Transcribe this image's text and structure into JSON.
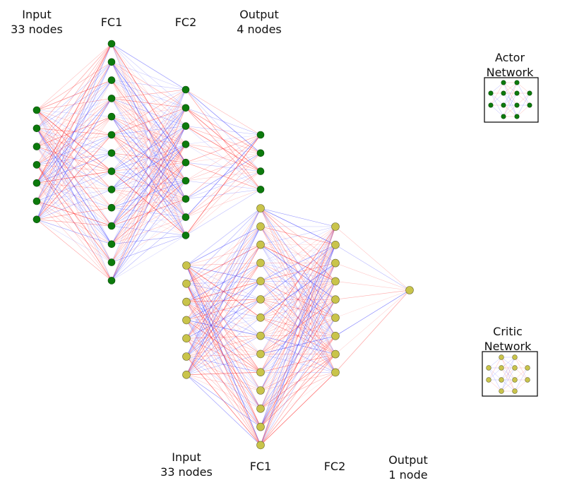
{
  "actor": {
    "labels": {
      "input_line1": "Input",
      "input_line2": "33 nodes",
      "fc1": "FC1",
      "fc2": "FC2",
      "output_line1": "Output",
      "output_line2": "4 nodes"
    },
    "legend_line1": "Actor",
    "legend_line2": "Network",
    "layer_sizes": [
      7,
      14,
      9,
      4
    ],
    "node_color": "#0c7a0c"
  },
  "critic": {
    "labels": {
      "input_line1": "Input",
      "input_line2": "33 nodes",
      "fc1": "FC1",
      "fc2": "FC2",
      "output_line1": "Output",
      "output_line2": "1 node"
    },
    "legend_line1": "Critic",
    "legend_line2": "Network",
    "layer_sizes": [
      7,
      14,
      9,
      1
    ],
    "node_color": "#c9c44a"
  },
  "edge_colors": [
    "#ff2a2a",
    "#3a3aff"
  ]
}
